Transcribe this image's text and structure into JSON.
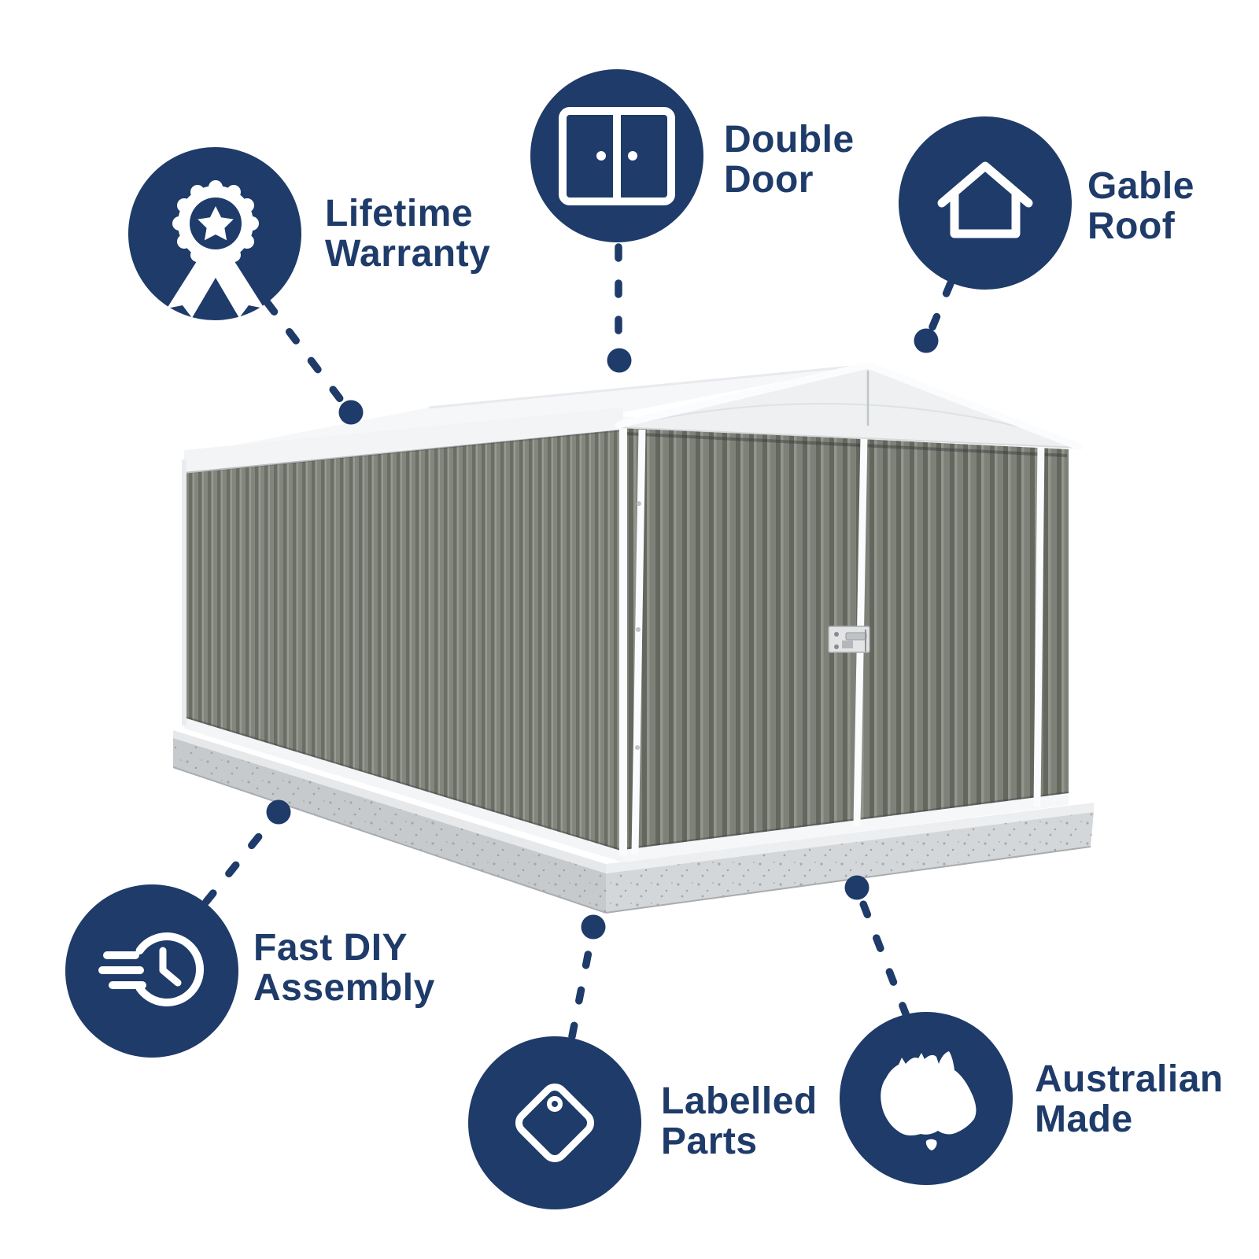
{
  "title": "Shed feature infographic",
  "theme": {
    "accent_navy": "#1e3b69",
    "background": "#ffffff",
    "shed_wall_grey": "#7d8178",
    "shed_roof_white": "#eef0f2",
    "shed_trim_white": "#f8f9fa",
    "concrete_slab_grey": "#d4d7d9"
  },
  "features": [
    {
      "id": "lifetime-warranty",
      "line1": "Lifetime",
      "line2": "Warranty",
      "icon": "award-ribbon-icon"
    },
    {
      "id": "double-door",
      "line1": "Double",
      "line2": "Door",
      "icon": "double-door-icon"
    },
    {
      "id": "gable-roof",
      "line1": "Gable",
      "line2": "Roof",
      "icon": "gable-roof-icon"
    },
    {
      "id": "fast-diy-assembly",
      "line1": "Fast DIY",
      "line2": "Assembly",
      "icon": "speed-clock-icon"
    },
    {
      "id": "labelled-parts",
      "line1": "Labelled",
      "line2": "Parts",
      "icon": "price-tag-icon"
    },
    {
      "id": "australian-made",
      "line1": "Australian",
      "line2": "Made",
      "icon": "australia-map-icon"
    }
  ]
}
